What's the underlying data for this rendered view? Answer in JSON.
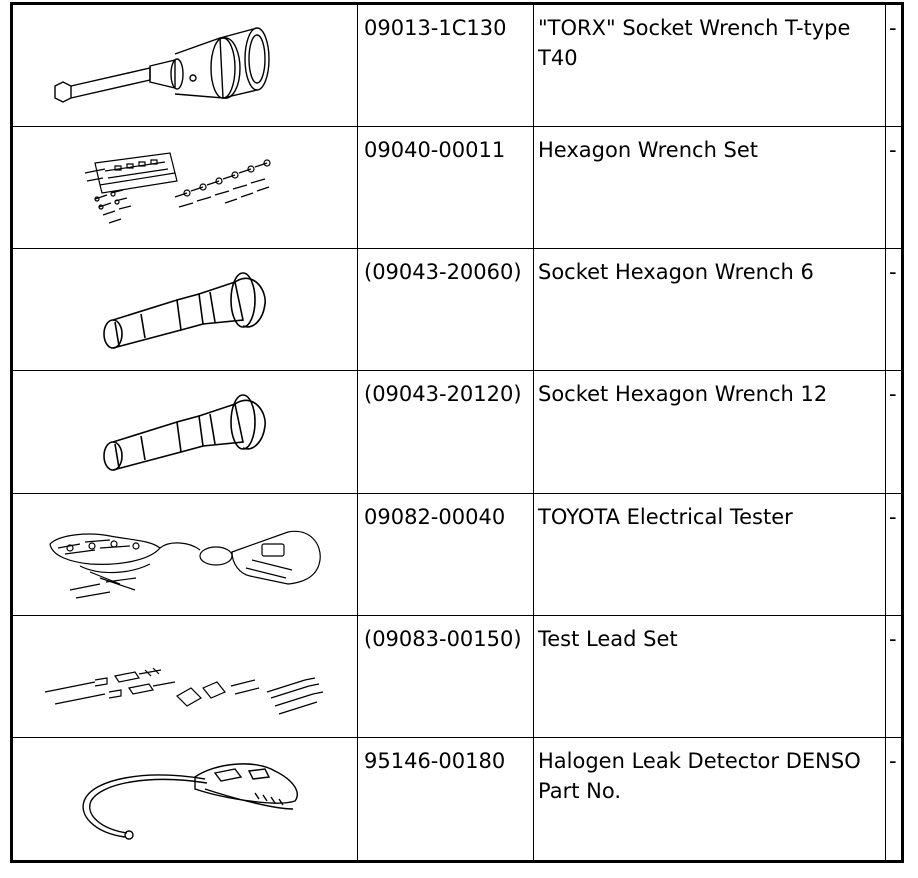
{
  "tools": [
    {
      "illustration": "torx-socket-wrench-icon",
      "part_no": "09013-1C130",
      "description": "\"TORX\" Socket Wrench T-type T40",
      "note": "-"
    },
    {
      "illustration": "hexagon-wrench-set-icon",
      "part_no": "09040-00011",
      "description": "Hexagon Wrench Set",
      "note": "-"
    },
    {
      "illustration": "socket-hexagon-wrench-icon",
      "part_no": "(09043-20060)",
      "description": "Socket Hexagon Wrench 6",
      "note": "-"
    },
    {
      "illustration": "socket-hexagon-wrench-icon",
      "part_no": "(09043-20120)",
      "description": "Socket Hexagon Wrench 12",
      "note": "-"
    },
    {
      "illustration": "electrical-tester-icon",
      "part_no": "09082-00040",
      "description": "TOYOTA Electrical Tester",
      "note": "-"
    },
    {
      "illustration": "test-lead-set-icon",
      "part_no": "(09083-00150)",
      "description": "Test Lead Set",
      "note": "-"
    },
    {
      "illustration": "halogen-leak-detector-icon",
      "part_no": "95146-00180",
      "description": "Halogen Leak Detector DENSO Part No.",
      "note": "-"
    }
  ]
}
